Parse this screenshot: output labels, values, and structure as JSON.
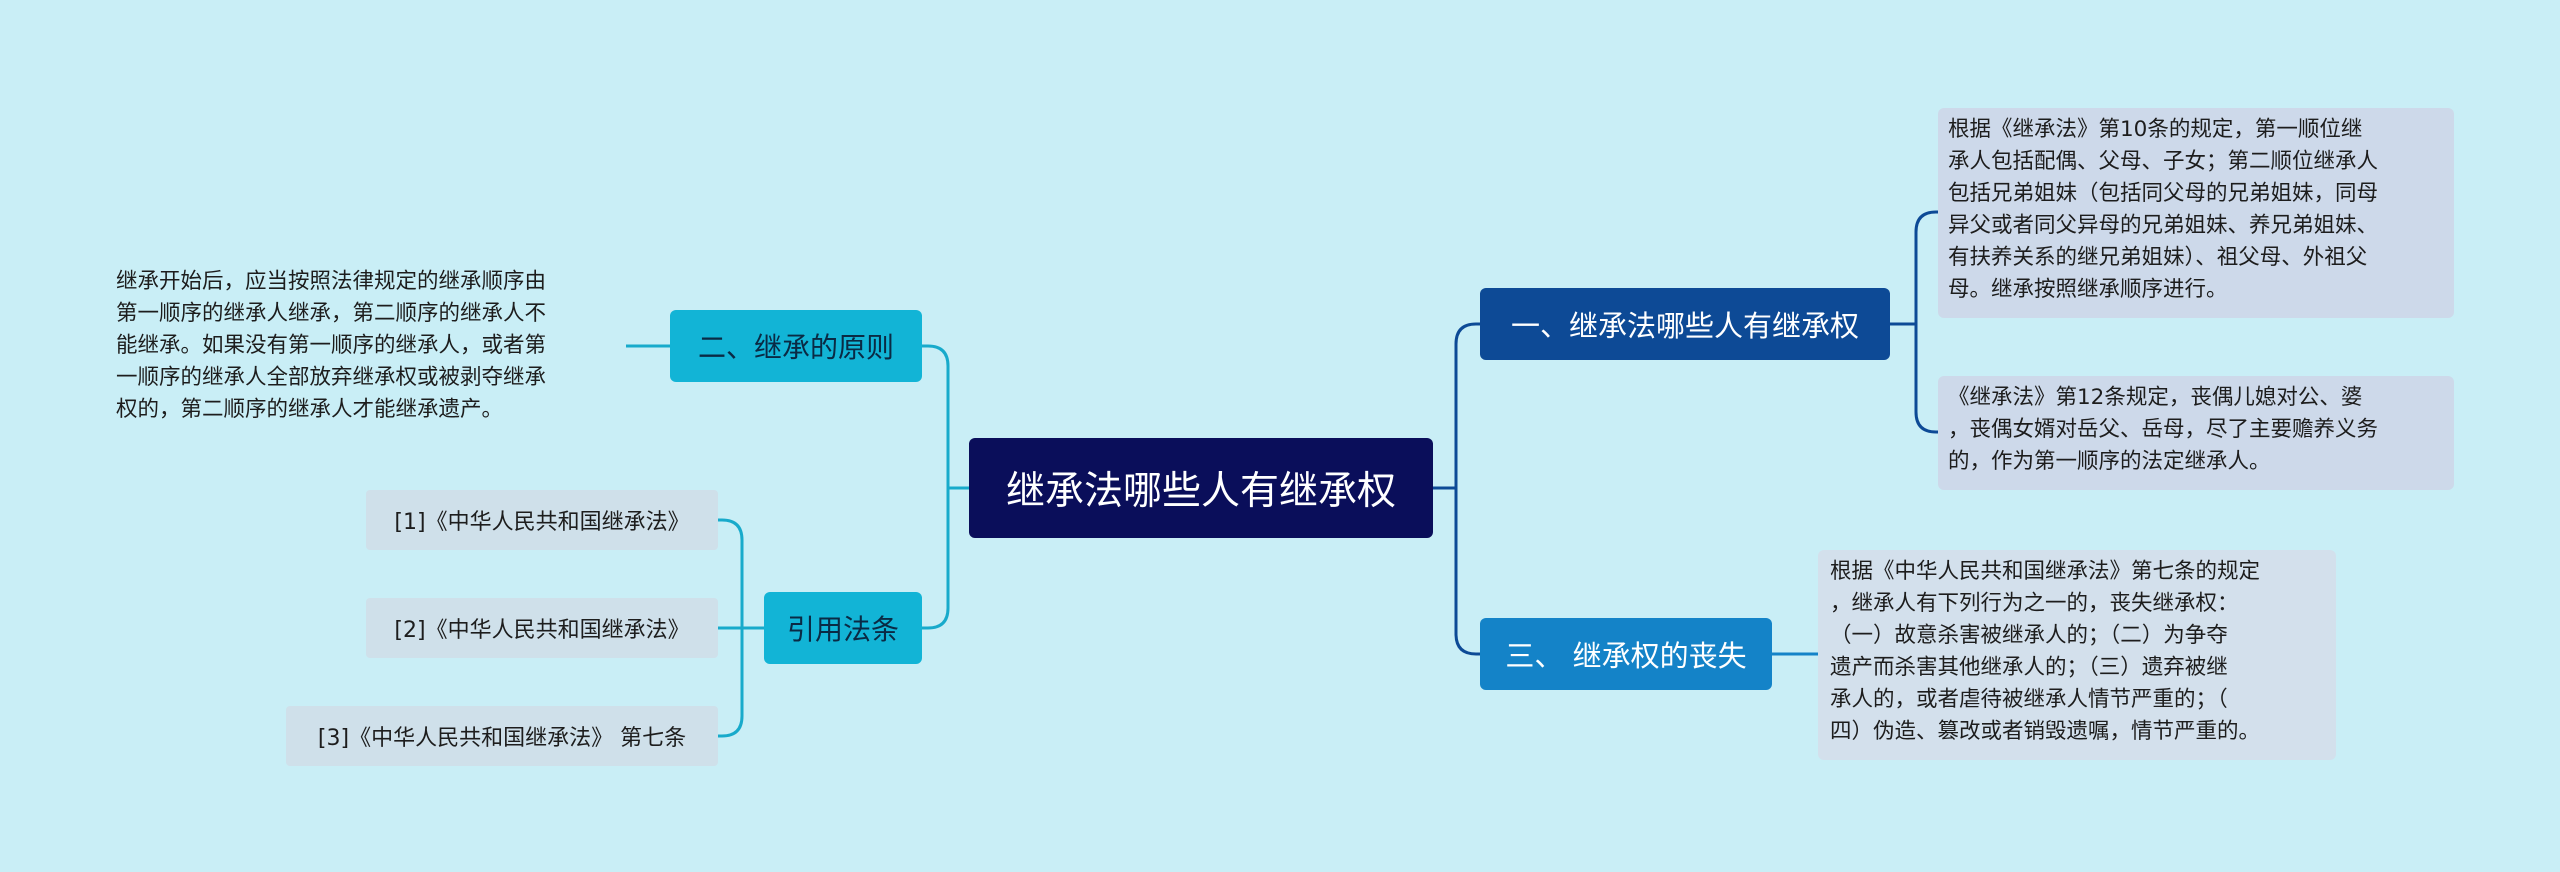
{
  "root": {
    "label": "继承法哪些人有继承权"
  },
  "branches": {
    "principle": {
      "label": "二、继承的原则"
    },
    "citations": {
      "label": "引用法条"
    },
    "who": {
      "label": "一、继承法哪些人有继承权"
    },
    "loss": {
      "label": "三、 继承权的丧失"
    }
  },
  "leaves": {
    "principle_text": [
      "继承开始后，应当按照法律规定的继承顺序由",
      "第一顺序的继承人继承，第二顺序的继承人不",
      "能继承。如果没有第一顺序的继承人，或者第",
      "一顺序的继承人全部放弃继承权或被剥夺继承",
      "权的，第二顺序的继承人才能继承遗产。"
    ],
    "citation_1": "[1]《中华人民共和国继承法》",
    "citation_2": "[2]《中华人民共和国继承法》",
    "citation_3": "[3]《中华人民共和国继承法》 第七条",
    "who_text_1": [
      "根据《继承法》第10条的规定，第一顺位继",
      "承人包括配偶、父母、子女；第二顺位继承人",
      "包括兄弟姐妹（包括同父母的兄弟姐妹，同母",
      "异父或者同父异母的兄弟姐妹、养兄弟姐妹、",
      "有扶养关系的继兄弟姐妹）、祖父母、外祖父",
      "母。继承按照继承顺序进行。"
    ],
    "who_text_2": [
      "《继承法》第12条规定，丧偶儿媳对公、婆",
      "，丧偶女婿对岳父、岳母，尽了主要赡养义务",
      "的，作为第一顺序的法定继承人。"
    ],
    "loss_text": [
      "根据《中华人民共和国继承法》第七条的规定",
      "，继承人有下列行为之一的，丧失继承权：",
      "（一）故意杀害被继承人的；（二）为争夺",
      "遗产而杀害其他继承人的；（三）遗弃被继",
      "承人的，或者虐待被继承人情节严重的；（",
      "四）伪造、篡改或者销毁遗嘱，情节严重的。"
    ]
  },
  "colors": {
    "background": "#c9eef6",
    "root": "#0a0e5a",
    "branch_left": "#12b4d6",
    "branch_who": "#0d4a96",
    "branch_loss": "#1483c8",
    "link_left": "#18aacb",
    "link_right": "#0d4a96"
  }
}
